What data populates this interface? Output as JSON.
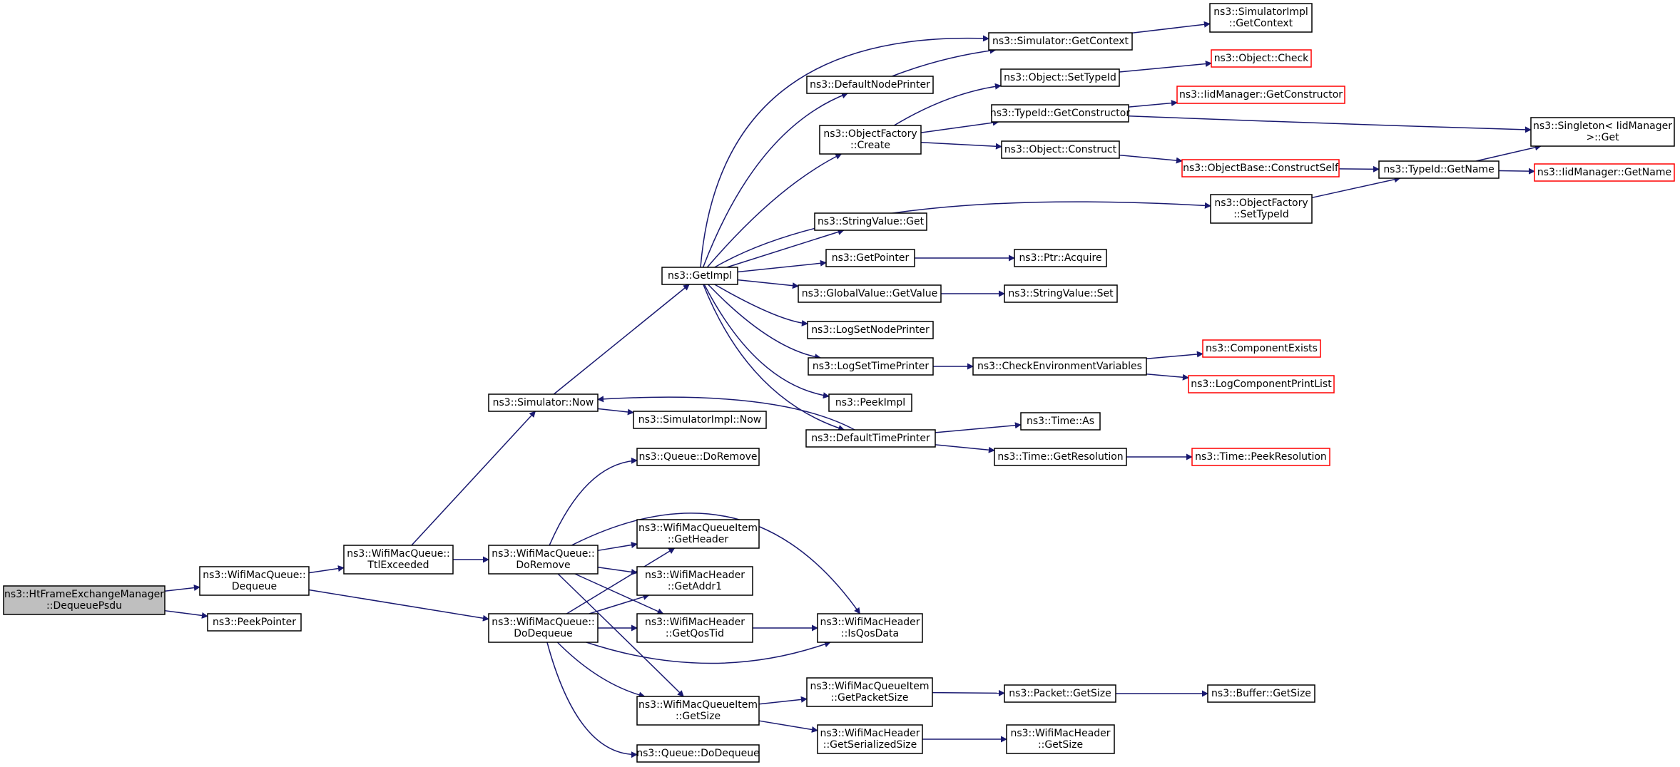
{
  "colors": {
    "edge": "#191970",
    "node_border": "#000000",
    "node_border_incomplete": "#ff0000",
    "root_fill": "#bfbfbf",
    "node_fill": "#ffffff"
  },
  "nodes": [
    {
      "id": "root",
      "lines": [
        "ns3::HtFrameExchangeManager",
        "::DequeuePsdu"
      ],
      "style": "root"
    },
    {
      "id": "dequeue",
      "lines": [
        "ns3::WifiMacQueue::",
        "Dequeue"
      ],
      "style": "normal"
    },
    {
      "id": "peekpointer",
      "lines": [
        "ns3::PeekPointer"
      ],
      "style": "normal"
    },
    {
      "id": "ttlexceeded",
      "lines": [
        "ns3::WifiMacQueue::",
        "TtlExceeded"
      ],
      "style": "normal"
    },
    {
      "id": "dodequeue_wmq",
      "lines": [
        "ns3::WifiMacQueue::",
        "DoDequeue"
      ],
      "style": "normal"
    },
    {
      "id": "sim_now",
      "lines": [
        "ns3::Simulator::Now"
      ],
      "style": "normal"
    },
    {
      "id": "doremove_wmq",
      "lines": [
        "ns3::WifiMacQueue::",
        "DoRemove"
      ],
      "style": "normal"
    },
    {
      "id": "getimpl",
      "lines": [
        "ns3::GetImpl"
      ],
      "style": "normal"
    },
    {
      "id": "simimpl_now",
      "lines": [
        "ns3::SimulatorImpl::Now"
      ],
      "style": "normal"
    },
    {
      "id": "queue_doremove",
      "lines": [
        "ns3::Queue::DoRemove"
      ],
      "style": "normal"
    },
    {
      "id": "item_getheader",
      "lines": [
        "ns3::WifiMacQueueItem",
        "::GetHeader"
      ],
      "style": "normal"
    },
    {
      "id": "hdr_getaddr1",
      "lines": [
        "ns3::WifiMacHeader",
        "::GetAddr1"
      ],
      "style": "normal"
    },
    {
      "id": "hdr_getqostid",
      "lines": [
        "ns3::WifiMacHeader",
        "::GetQosTid"
      ],
      "style": "normal"
    },
    {
      "id": "item_getsize",
      "lines": [
        "ns3::WifiMacQueueItem",
        "::GetSize"
      ],
      "style": "normal"
    },
    {
      "id": "queue_dodequeue",
      "lines": [
        "ns3::Queue::DoDequeue"
      ],
      "style": "normal"
    },
    {
      "id": "defaultnodeprinter",
      "lines": [
        "ns3::DefaultNodePrinter"
      ],
      "style": "normal"
    },
    {
      "id": "objfactory_create",
      "lines": [
        "ns3::ObjectFactory",
        "::Create"
      ],
      "style": "normal"
    },
    {
      "id": "stringvalue_get",
      "lines": [
        "ns3::StringValue::Get"
      ],
      "style": "normal"
    },
    {
      "id": "getpointer",
      "lines": [
        "ns3::GetPointer"
      ],
      "style": "normal"
    },
    {
      "id": "globalvalue_getvalue",
      "lines": [
        "ns3::GlobalValue::GetValue"
      ],
      "style": "normal"
    },
    {
      "id": "logsetnodeprinter",
      "lines": [
        "ns3::LogSetNodePrinter"
      ],
      "style": "normal"
    },
    {
      "id": "logsettimeprinter",
      "lines": [
        "ns3::LogSetTimePrinter"
      ],
      "style": "normal"
    },
    {
      "id": "peekimpl",
      "lines": [
        "ns3::PeekImpl"
      ],
      "style": "normal"
    },
    {
      "id": "defaulttimeprinter",
      "lines": [
        "ns3::DefaultTimePrinter"
      ],
      "style": "normal"
    },
    {
      "id": "hdr_isqosdata",
      "lines": [
        "ns3::WifiMacHeader",
        "::IsQosData"
      ],
      "style": "normal"
    },
    {
      "id": "item_getpacketsize",
      "lines": [
        "ns3::WifiMacQueueItem",
        "::GetPacketSize"
      ],
      "style": "normal"
    },
    {
      "id": "hdr_getserializedsize",
      "lines": [
        "ns3::WifiMacHeader",
        "::GetSerializedSize"
      ],
      "style": "normal"
    },
    {
      "id": "sim_getcontext",
      "lines": [
        "ns3::Simulator::GetContext"
      ],
      "style": "normal"
    },
    {
      "id": "object_settypeid",
      "lines": [
        "ns3::Object::SetTypeId"
      ],
      "style": "normal"
    },
    {
      "id": "typeid_getconstructor",
      "lines": [
        "ns3::TypeId::GetConstructor"
      ],
      "style": "normal"
    },
    {
      "id": "object_construct",
      "lines": [
        "ns3::Object::Construct"
      ],
      "style": "normal"
    },
    {
      "id": "ptr_acquire",
      "lines": [
        "ns3::Ptr::Acquire"
      ],
      "style": "normal"
    },
    {
      "id": "stringvalue_set",
      "lines": [
        "ns3::StringValue::Set"
      ],
      "style": "normal"
    },
    {
      "id": "checkenvvars",
      "lines": [
        "ns3::CheckEnvironmentVariables"
      ],
      "style": "normal"
    },
    {
      "id": "time_as",
      "lines": [
        "ns3::Time::As"
      ],
      "style": "normal"
    },
    {
      "id": "time_getresolution",
      "lines": [
        "ns3::Time::GetResolution"
      ],
      "style": "normal"
    },
    {
      "id": "packet_getsize",
      "lines": [
        "ns3::Packet::GetSize"
      ],
      "style": "normal"
    },
    {
      "id": "hdr_getsize",
      "lines": [
        "ns3::WifiMacHeader",
        "::GetSize"
      ],
      "style": "normal"
    },
    {
      "id": "simimpl_getcontext",
      "lines": [
        "ns3::SimulatorImpl",
        "::GetContext"
      ],
      "style": "normal"
    },
    {
      "id": "object_check",
      "lines": [
        "ns3::Object::Check"
      ],
      "style": "incomplete"
    },
    {
      "id": "iidmanager_getconstructor",
      "lines": [
        "ns3::IidManager::GetConstructor"
      ],
      "style": "incomplete"
    },
    {
      "id": "objectbase_constructself",
      "lines": [
        "ns3::ObjectBase::ConstructSelf"
      ],
      "style": "incomplete"
    },
    {
      "id": "objfactory_settypeid",
      "lines": [
        "ns3::ObjectFactory",
        "::SetTypeId"
      ],
      "style": "normal"
    },
    {
      "id": "componentexists",
      "lines": [
        "ns3::ComponentExists"
      ],
      "style": "incomplete"
    },
    {
      "id": "logcomponentprintlist",
      "lines": [
        "ns3::LogComponentPrintList"
      ],
      "style": "incomplete"
    },
    {
      "id": "time_peekresolution",
      "lines": [
        "ns3::Time::PeekResolution"
      ],
      "style": "incomplete"
    },
    {
      "id": "buffer_getsize",
      "lines": [
        "ns3::Buffer::GetSize"
      ],
      "style": "normal"
    },
    {
      "id": "typeid_getname",
      "lines": [
        "ns3::TypeId::GetName"
      ],
      "style": "normal"
    },
    {
      "id": "singleton_get",
      "lines": [
        "ns3::Singleton< IidManager",
        " >::Get"
      ],
      "style": "normal"
    },
    {
      "id": "iidmanager_getname",
      "lines": [
        "ns3::IidManager::GetName"
      ],
      "style": "incomplete"
    }
  ],
  "edges": [
    [
      "root",
      "dequeue"
    ],
    [
      "root",
      "peekpointer"
    ],
    [
      "dequeue",
      "ttlexceeded"
    ],
    [
      "dequeue",
      "dodequeue_wmq"
    ],
    [
      "ttlexceeded",
      "sim_now"
    ],
    [
      "ttlexceeded",
      "doremove_wmq"
    ],
    [
      "sim_now",
      "getimpl"
    ],
    [
      "sim_now",
      "simimpl_now"
    ],
    [
      "doremove_wmq",
      "queue_doremove"
    ],
    [
      "doremove_wmq",
      "item_getheader"
    ],
    [
      "doremove_wmq",
      "hdr_getaddr1"
    ],
    [
      "doremove_wmq",
      "hdr_getqostid"
    ],
    [
      "doremove_wmq",
      "item_getsize"
    ],
    [
      "doremove_wmq",
      "hdr_isqosdata"
    ],
    [
      "dodequeue_wmq",
      "item_getheader"
    ],
    [
      "dodequeue_wmq",
      "hdr_getaddr1"
    ],
    [
      "dodequeue_wmq",
      "hdr_getqostid"
    ],
    [
      "dodequeue_wmq",
      "hdr_isqosdata"
    ],
    [
      "dodequeue_wmq",
      "item_getsize"
    ],
    [
      "dodequeue_wmq",
      "queue_dodequeue"
    ],
    [
      "getimpl",
      "sim_getcontext"
    ],
    [
      "getimpl",
      "defaultnodeprinter"
    ],
    [
      "getimpl",
      "objfactory_create"
    ],
    [
      "getimpl",
      "objfactory_settypeid"
    ],
    [
      "getimpl",
      "stringvalue_get"
    ],
    [
      "getimpl",
      "getpointer"
    ],
    [
      "getimpl",
      "globalvalue_getvalue"
    ],
    [
      "getimpl",
      "logsetnodeprinter"
    ],
    [
      "getimpl",
      "logsettimeprinter"
    ],
    [
      "getimpl",
      "peekimpl"
    ],
    [
      "getimpl",
      "defaulttimeprinter"
    ],
    [
      "defaulttimeprinter",
      "sim_now"
    ],
    [
      "defaulttimeprinter",
      "time_as"
    ],
    [
      "defaulttimeprinter",
      "time_getresolution"
    ],
    [
      "defaultnodeprinter",
      "sim_getcontext"
    ],
    [
      "sim_getcontext",
      "simimpl_getcontext"
    ],
    [
      "objfactory_create",
      "object_settypeid"
    ],
    [
      "objfactory_create",
      "typeid_getconstructor"
    ],
    [
      "objfactory_create",
      "object_construct"
    ],
    [
      "object_settypeid",
      "object_check"
    ],
    [
      "typeid_getconstructor",
      "iidmanager_getconstructor"
    ],
    [
      "typeid_getconstructor",
      "singleton_get"
    ],
    [
      "object_construct",
      "objectbase_constructself"
    ],
    [
      "objectbase_constructself",
      "typeid_getname"
    ],
    [
      "objfactory_settypeid",
      "typeid_getname"
    ],
    [
      "typeid_getname",
      "singleton_get"
    ],
    [
      "typeid_getname",
      "iidmanager_getname"
    ],
    [
      "getpointer",
      "ptr_acquire"
    ],
    [
      "globalvalue_getvalue",
      "stringvalue_set"
    ],
    [
      "logsettimeprinter",
      "checkenvvars"
    ],
    [
      "checkenvvars",
      "componentexists"
    ],
    [
      "checkenvvars",
      "logcomponentprintlist"
    ],
    [
      "time_getresolution",
      "time_peekresolution"
    ],
    [
      "hdr_getqostid",
      "hdr_isqosdata"
    ],
    [
      "item_getsize",
      "item_getpacketsize"
    ],
    [
      "item_getsize",
      "hdr_getserializedsize"
    ],
    [
      "item_getpacketsize",
      "packet_getsize"
    ],
    [
      "packet_getsize",
      "buffer_getsize"
    ],
    [
      "hdr_getserializedsize",
      "hdr_getsize"
    ]
  ]
}
